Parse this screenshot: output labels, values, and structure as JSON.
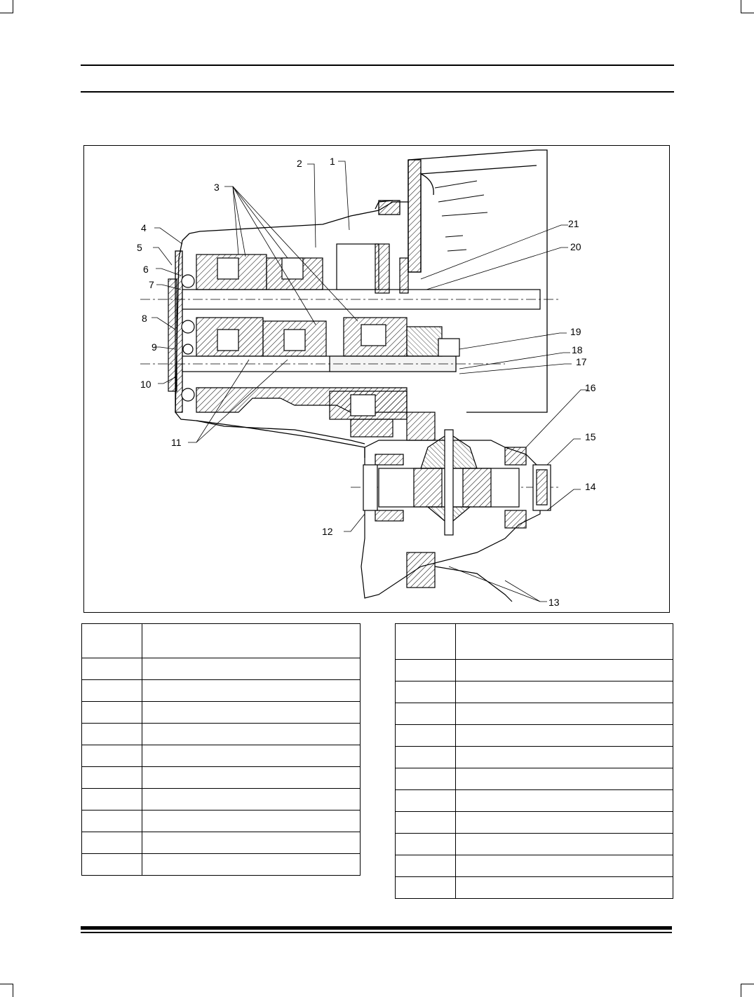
{
  "figure": {
    "callouts": [
      {
        "id": "1",
        "label": "1"
      },
      {
        "id": "2",
        "label": "2"
      },
      {
        "id": "3",
        "label": "3"
      },
      {
        "id": "4",
        "label": "4"
      },
      {
        "id": "5",
        "label": "5"
      },
      {
        "id": "6",
        "label": "6"
      },
      {
        "id": "7",
        "label": "7"
      },
      {
        "id": "8",
        "label": "8"
      },
      {
        "id": "9",
        "label": "9"
      },
      {
        "id": "10",
        "label": "10"
      },
      {
        "id": "11",
        "label": "11"
      },
      {
        "id": "12",
        "label": "12"
      },
      {
        "id": "13",
        "label": "13"
      },
      {
        "id": "14",
        "label": "14"
      },
      {
        "id": "15",
        "label": "15"
      },
      {
        "id": "16",
        "label": "16"
      },
      {
        "id": "17",
        "label": "17"
      },
      {
        "id": "18",
        "label": "18"
      },
      {
        "id": "19",
        "label": "19"
      },
      {
        "id": "20",
        "label": "20"
      },
      {
        "id": "21",
        "label": "21"
      }
    ]
  },
  "tables": {
    "left": {
      "rows": 10
    },
    "right": {
      "rows": 11
    }
  }
}
